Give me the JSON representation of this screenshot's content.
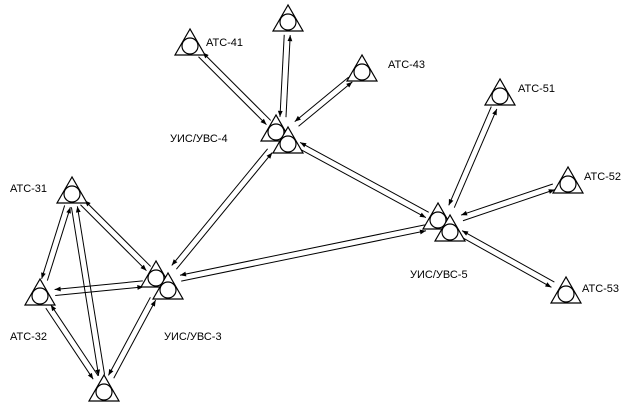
{
  "colors": {
    "stroke": "#000000",
    "background": "#ffffff"
  },
  "nodes": [
    {
      "id": "ats41",
      "label": "АТС-41",
      "type": "single"
    },
    {
      "id": "top",
      "label": "",
      "type": "single"
    },
    {
      "id": "ats43",
      "label": "АТС-43",
      "type": "single"
    },
    {
      "id": "uis4",
      "label": "УИС/УВС-4",
      "type": "double"
    },
    {
      "id": "ats51",
      "label": "АТС-51",
      "type": "single"
    },
    {
      "id": "ats52",
      "label": "АТС-52",
      "type": "single"
    },
    {
      "id": "uis5",
      "label": "УИС/УВС-5",
      "type": "double"
    },
    {
      "id": "ats53",
      "label": "АТС-53",
      "type": "single"
    },
    {
      "id": "ats31",
      "label": "АТС-31",
      "type": "single"
    },
    {
      "id": "ats32",
      "label": "АТС-32",
      "type": "single"
    },
    {
      "id": "uis3",
      "label": "УИС/УВС-3",
      "type": "double"
    },
    {
      "id": "bottom",
      "label": "",
      "type": "single"
    }
  ],
  "links": [
    {
      "from": "uis4",
      "to": "ats41"
    },
    {
      "from": "uis4",
      "to": "top"
    },
    {
      "from": "uis4",
      "to": "ats43"
    },
    {
      "from": "uis4",
      "to": "uis5"
    },
    {
      "from": "uis4",
      "to": "uis3"
    },
    {
      "from": "uis5",
      "to": "ats51"
    },
    {
      "from": "uis5",
      "to": "ats52"
    },
    {
      "from": "uis5",
      "to": "ats53"
    },
    {
      "from": "uis5",
      "to": "uis3"
    },
    {
      "from": "uis3",
      "to": "ats31"
    },
    {
      "from": "uis3",
      "to": "ats32"
    },
    {
      "from": "uis3",
      "to": "bottom"
    },
    {
      "from": "ats31",
      "to": "ats32"
    },
    {
      "from": "ats31",
      "to": "bottom"
    },
    {
      "from": "ats32",
      "to": "bottom"
    }
  ]
}
